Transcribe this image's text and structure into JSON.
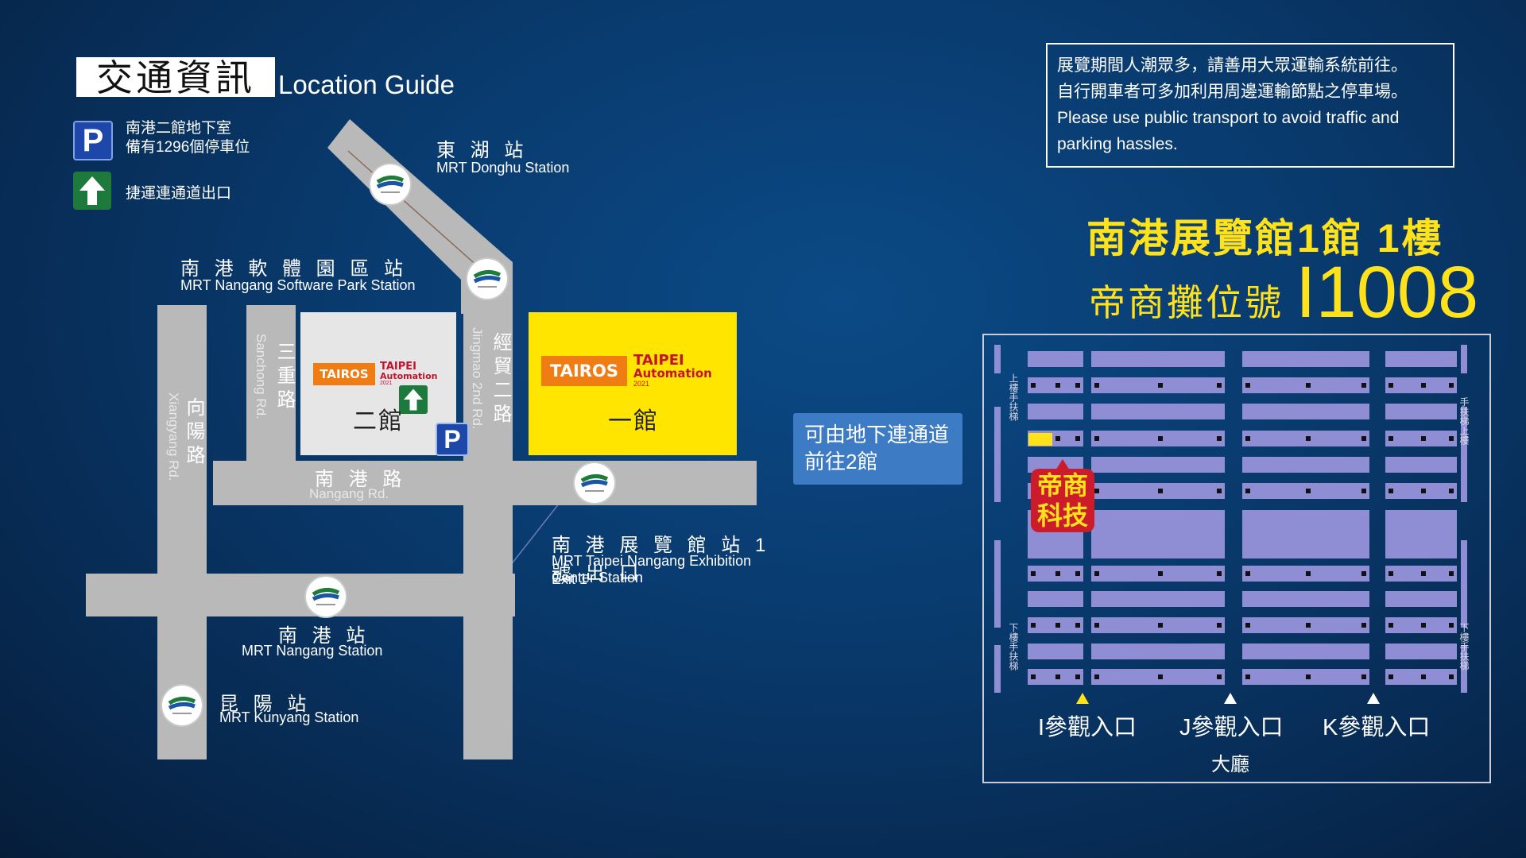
{
  "title": {
    "zh": "交通資訊",
    "en": "Location Guide"
  },
  "legend": {
    "parking_symbol": "P",
    "parking_line1": "南港二館地下室",
    "parking_line2": "備有1296個停車位",
    "exit_text": "捷運連通道出口"
  },
  "stations": {
    "donghu": {
      "zh": "東 湖 站",
      "en": "MRT Donghu Station"
    },
    "software_park": {
      "zh": "南 港 軟 體 園 區 站",
      "en": "MRT Nangang Software Park Station"
    },
    "exhibition": {
      "zh": "南 港 展 覽 館 站 1 號 出 口",
      "en": "MRT Taipei Nangang Exhibition Center Station",
      "en2": "Exit 1"
    },
    "nangang": {
      "zh": "南 港 站",
      "en": "MRT Nangang Station"
    },
    "kunyang": {
      "zh": "昆 陽 站",
      "en": "MRT Kunyang Station"
    }
  },
  "roads": {
    "xiangyang": {
      "zh": "向陽路",
      "en": "Xiangyang Rd."
    },
    "sanchong": {
      "zh": "三重路",
      "en": "Sanchong Rd."
    },
    "jingmao": {
      "zh": "經貿二路",
      "en": "Jingmao 2nd Rd."
    },
    "nangang": {
      "zh": "南 港 路",
      "en": "Nangang Rd."
    }
  },
  "halls": {
    "hall2": {
      "name": "二館",
      "tairos": "TAIROS",
      "taipei": "TAIPEI",
      "automation": "Automation",
      "year": "2021"
    },
    "hall1": {
      "name": "一館",
      "tairos": "TAIROS",
      "taipei": "TAIPEI",
      "automation": "Automation",
      "year": "2021"
    },
    "parking_symbol": "P"
  },
  "passage": {
    "line1": "可由地下連通道",
    "line2": "前往2館"
  },
  "info": {
    "line1": "展覽期間人潮眾多，請善用大眾運輸系統前往。",
    "line2": "自行開車者可多加利用周邊運輸節點之停車場。",
    "line3": "Please use public transport to avoid traffic and",
    "line4": "parking hassles."
  },
  "hall_title": "南港展覽館1館 1樓",
  "booth": {
    "label": "帝商攤位號",
    "number": "I1008"
  },
  "floor_plan": {
    "company_tag_line1": "帝商",
    "company_tag_line2": "科技",
    "entrances": [
      "I參觀入口",
      "J參觀入口",
      "K參觀入口"
    ],
    "lobby": "大廳",
    "escalator_up_left": "上樓手扶梯",
    "escalator_down_left": "下樓手扶梯",
    "escalator_up_right": "手扶梯上樓",
    "escalator_down_right": "下樓手扶梯"
  },
  "colors": {
    "background": "#093b6f",
    "road": "#b9b9b9",
    "hall1": "#ffe500",
    "hall2": "#e6e6e6",
    "booth": "#8f8dd3",
    "highlight": "#ffe21a",
    "tag": "#cc1b2a",
    "parking": "#1d47a8",
    "exit": "#1d7a3c"
  }
}
